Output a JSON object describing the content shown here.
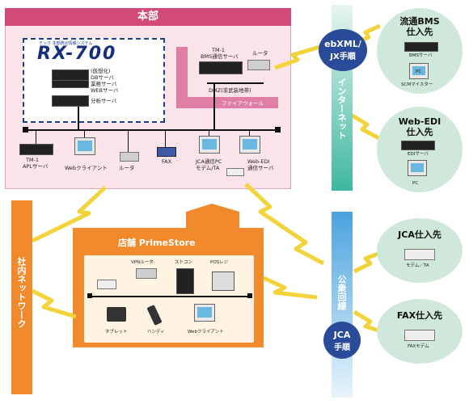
{
  "headquarters": {
    "title": "本部",
    "rx_subtitle": "テック 本部統合情報システム",
    "rx_title": "RX-700",
    "rx_servers": [
      "(仮想化)",
      "DBサーバ",
      "業務サーバ",
      "WEBサーバ"
    ],
    "analysis_server": "分析サーバ",
    "tm1_bms_label": "TM-1",
    "bms_server": "BMS通信サーバ",
    "router_label": "ルータ",
    "dmz": "DMZ(非武装地帯)",
    "firewall": "ファイアウォール",
    "tm1_apl_label": "TM-1",
    "apl_server": "APLサーバ",
    "web_client": "Webクライアント",
    "router2": "ルータ",
    "fax": "FAX",
    "jca_pc": "JCA通信PC",
    "modem_ta": "モデム/TA",
    "web_edi": "Web-EDI",
    "edi_server": "通信サーバ"
  },
  "store": {
    "title": "店舗 PrimeStore",
    "vpn_router": "VPNルータ",
    "store_computer": "ストコン",
    "pos": "POSレジ",
    "tablet": "タブレット",
    "handy": "ハンディ",
    "web_client": "Webクライアント"
  },
  "networks": {
    "internal": "社内ネットワーク",
    "internet": "インターネット",
    "public_line": "公衆回線"
  },
  "badges": {
    "ebxml": "ebXML/",
    "jx": "JX手順",
    "jca": "JCA",
    "jca_proc": "手順"
  },
  "suppliers": {
    "bms": {
      "title_1": "流通BMS",
      "title_2": "仕入先",
      "server": "BMSサーバ",
      "pc": "PC",
      "scm": "SCMマイスター"
    },
    "edi": {
      "title_1": "Web-EDI",
      "title_2": "仕入先",
      "server": "EDIサーバ",
      "pc": "PC"
    },
    "jca": {
      "title": "JCA仕入先",
      "device": "モデム／TA"
    },
    "fax": {
      "title": "FAX仕入先",
      "device": "FAXモデム"
    }
  },
  "colors": {
    "headquarters": "#d24a78",
    "store": "#f08a2d",
    "internet_band": "#3fb7a0",
    "public_band": "#4aa3dd",
    "badge_blue": "#2a4a9a",
    "supplier_circle": "#cfe8d9",
    "lightning": "#f3d33a"
  }
}
